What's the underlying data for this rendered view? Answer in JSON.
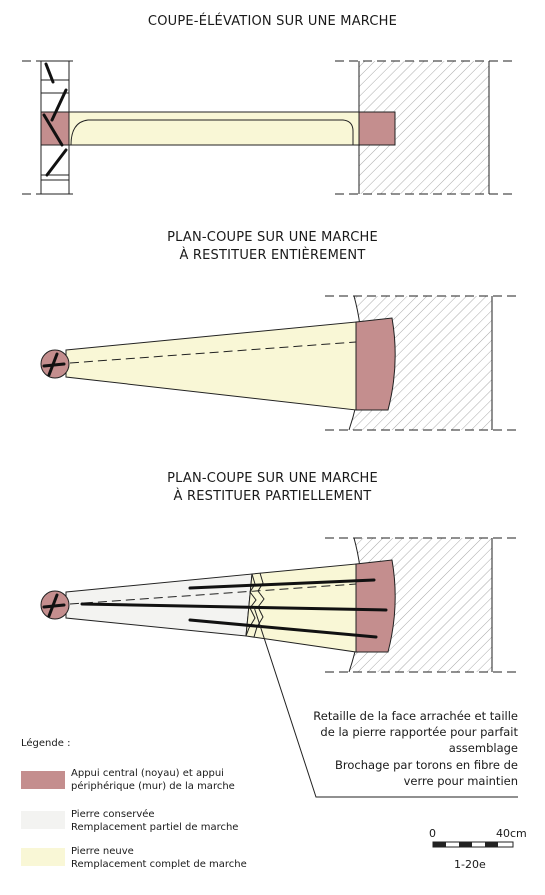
{
  "titles": {
    "elevation": "COUPE-ÉLÉVATION SUR UNE MARCHE",
    "plan_full_l1": "PLAN-COUPE SUR UNE MARCHE",
    "plan_full_l2": "À RESTITUER ENTIÈREMENT",
    "plan_partial_l1": "PLAN-COUPE SUR UNE MARCHE",
    "plan_partial_l2": "À RESTITUER PARTIELLEMENT"
  },
  "annotation": {
    "retaille": [
      "Retaille de la face arrachée et taille",
      "de la pierre rapportée pour parfait",
      "assemblage"
    ],
    "brochage": [
      "Brochage par torons en fibre de",
      "verre pour maintien"
    ]
  },
  "legend": {
    "title": "Légende :",
    "items": [
      {
        "lines": [
          "Appui central (noyau) et appui",
          "périphérique (mur) de la marche"
        ],
        "color": "#c48e8e"
      },
      {
        "lines": [
          "Pierre conservée",
          "Remplacement partiel de marche"
        ],
        "color": "#f3f3f1"
      },
      {
        "lines": [
          "Pierre neuve",
          "Remplacement complet de marche"
        ],
        "color": "#f9f7d6"
      }
    ]
  },
  "scale": {
    "start": "0",
    "end": "40cm",
    "ratio": "1-20e"
  },
  "colors": {
    "appui": "#c48e8e",
    "conservee": "#f3f3f1",
    "neuve": "#f9f7d6",
    "line": "#222222",
    "hatch": "#aaaaaa"
  }
}
